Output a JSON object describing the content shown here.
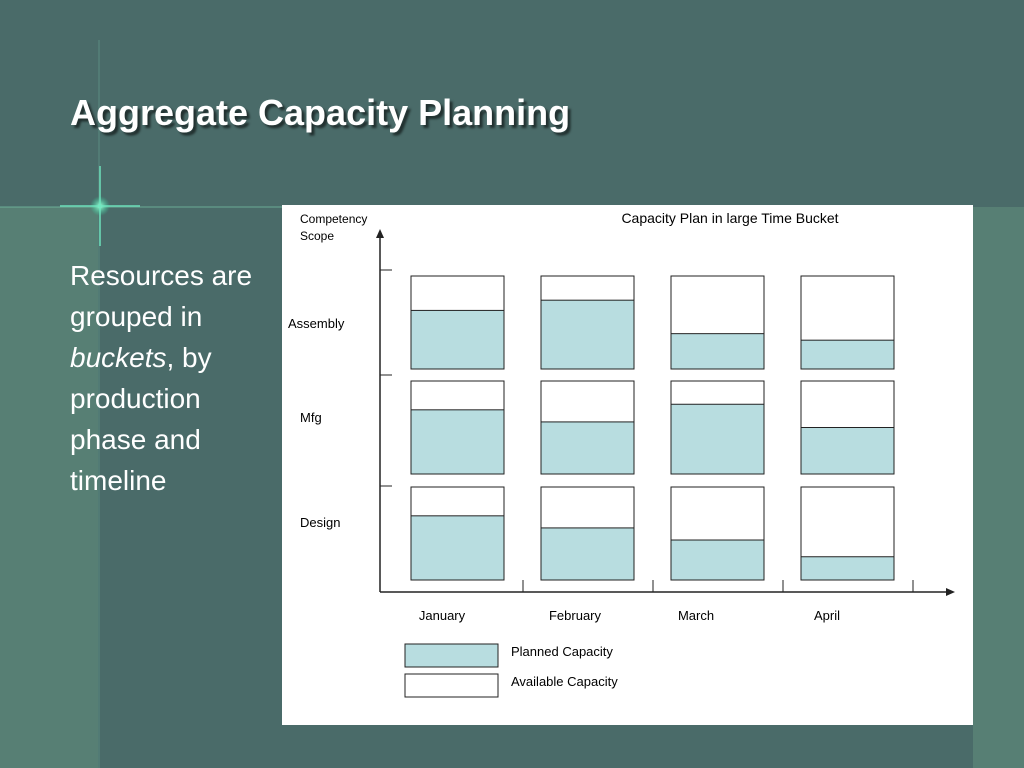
{
  "slide": {
    "title": "Aggregate Capacity Planning",
    "body": {
      "prefix": "Resources are grouped in ",
      "emphasis": "buckets",
      "suffix": ", by production phase and timeline"
    }
  },
  "colors": {
    "background": "#4a6b69",
    "panel_accent": "#577f74",
    "planned": "#b8dde0",
    "available": "#ffffff"
  },
  "chart_data": {
    "type": "bar",
    "title": "Capacity Plan in large Time Bucket",
    "ylabel": "Competency Scope",
    "categories": [
      "January",
      "February",
      "March",
      "April"
    ],
    "rows": [
      {
        "label": "Assembly",
        "planned_fraction": [
          0.63,
          0.74,
          0.38,
          0.31
        ]
      },
      {
        "label": "Mfg",
        "planned_fraction": [
          0.69,
          0.56,
          0.75,
          0.5
        ]
      },
      {
        "label": "Design",
        "planned_fraction": [
          0.69,
          0.56,
          0.43,
          0.25
        ]
      }
    ],
    "legend": [
      {
        "label": "Planned Capacity",
        "color": "#b8dde0"
      },
      {
        "label": "Available Capacity",
        "color": "#ffffff"
      }
    ],
    "legend_position": "bottom-left"
  }
}
